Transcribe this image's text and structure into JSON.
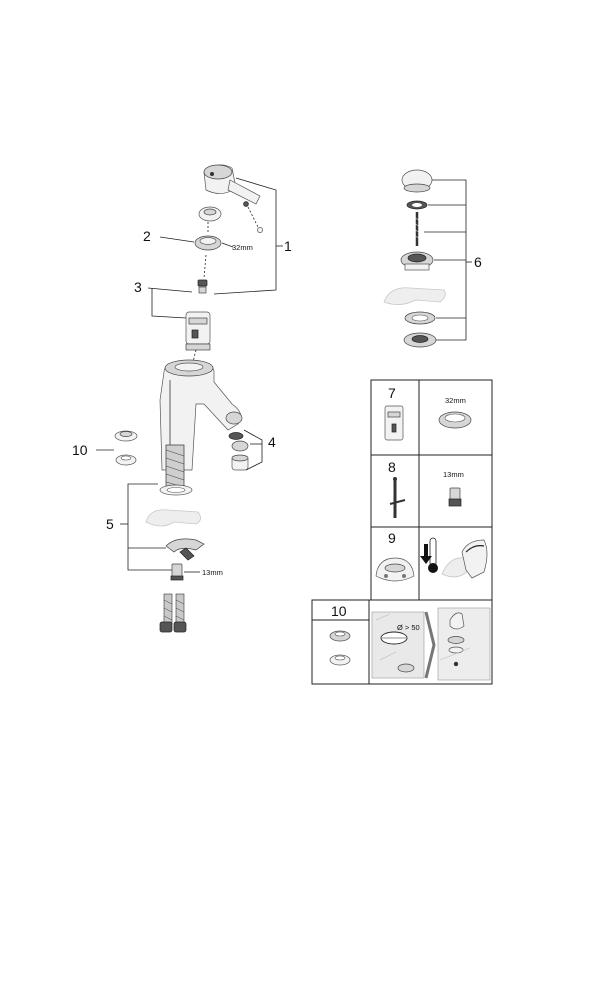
{
  "callouts": {
    "c1": "1",
    "c2": "2",
    "c3": "3",
    "c4": "4",
    "c5": "5",
    "c6": "6",
    "c10": "10"
  },
  "dimensions": {
    "ring_32": "32mm",
    "hose_13": "13mm"
  },
  "service_panels": {
    "p7": {
      "number": "7",
      "dimension": "32mm"
    },
    "p8": {
      "number": "8",
      "dimension": "13mm"
    },
    "p9": {
      "number": "9"
    },
    "p10": {
      "number": "10",
      "hole_label": "Ø > 50"
    }
  },
  "icons": [
    "cartridge-icon",
    "flange-ring-icon",
    "spindle-icon",
    "nipple-icon",
    "handle-cap-icon",
    "thermometer-icon",
    "lever-icon",
    "drill-hole-icon",
    "waste-plug-icon"
  ]
}
